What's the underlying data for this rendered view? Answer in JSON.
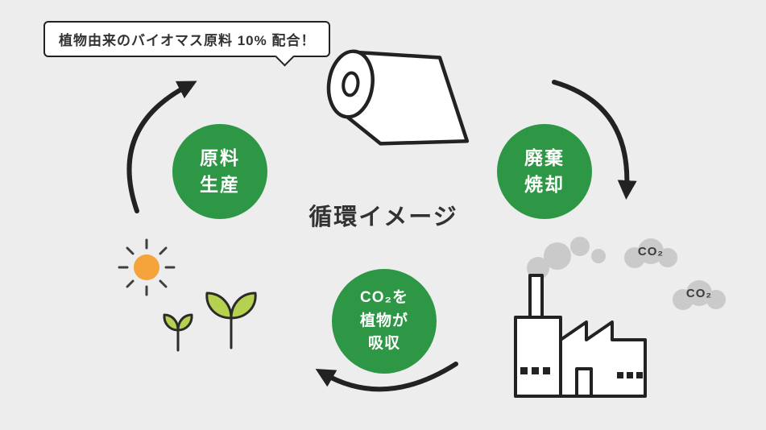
{
  "colors": {
    "bg": "#ededee",
    "green": "#2d9745",
    "leaf": "#b6d14f",
    "sun": "#f5a43b",
    "smoke": "#c9cac9",
    "line": "#222222",
    "text": "#323232"
  },
  "callout": {
    "text": "植物由来のバイオマス原料 10% 配合！"
  },
  "title": "循環イメージ",
  "cycle": {
    "production": {
      "line1": "原料",
      "line2": "生産"
    },
    "incineration": {
      "line1": "廃棄",
      "line2": "焼却"
    },
    "absorption": {
      "line1": "CO₂を",
      "line2": "植物が",
      "line3": "吸収"
    }
  },
  "emissions": {
    "label1": "CO₂",
    "label2": "CO₂"
  },
  "icons": {
    "paper_roll": "paper-roll-illustration",
    "factory": "factory-illustration",
    "smoke": "smoke-puffs",
    "sun": "sun-icon",
    "plants": "plant-sprouts",
    "arrows": [
      "arrow-left-up",
      "arrow-right-down",
      "arrow-bottom-left"
    ]
  }
}
